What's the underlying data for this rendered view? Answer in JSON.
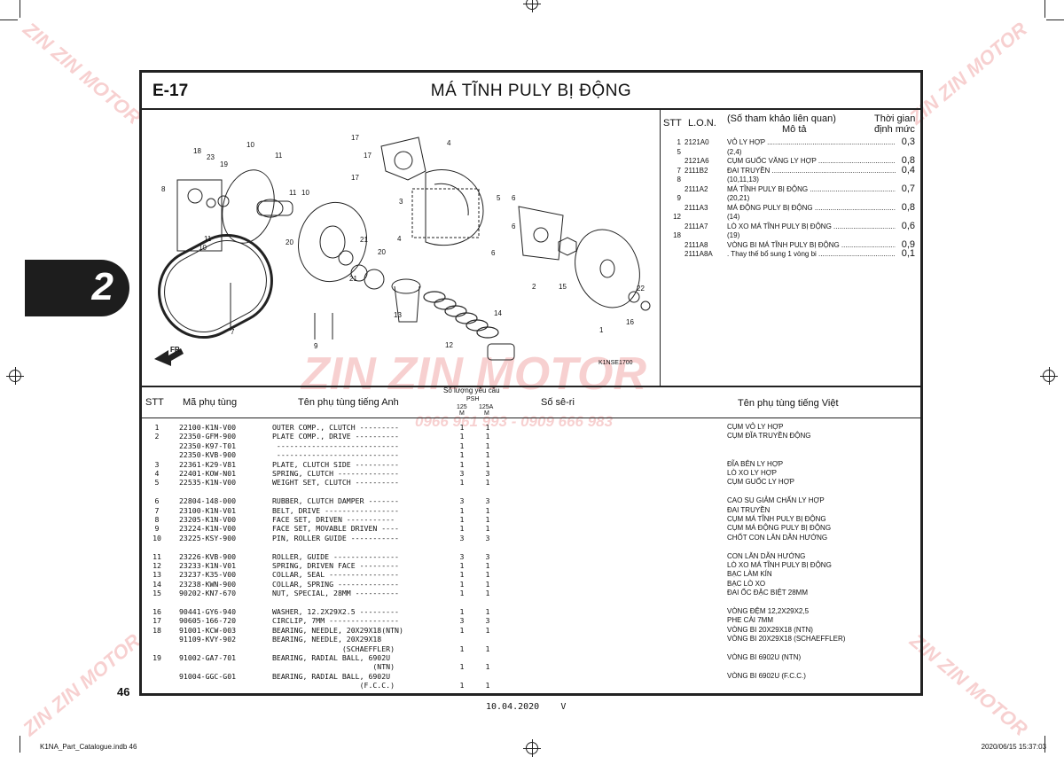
{
  "header": {
    "code": "E-17",
    "title": "MÁ TĨNH PULY BỊ ĐỘNG"
  },
  "section_tab": "2",
  "page_number": "46",
  "date": "10.04.2020",
  "date_suffix": "V",
  "footer_left": "K1NA_Part_Catalogue.indb   46",
  "footer_right": "2020/06/15   15:37:03",
  "watermark": {
    "brand": "ZIN ZIN MOTOR",
    "phone": "0966 961 993 - 0909 666 983"
  },
  "diagram": {
    "code": "K1NSE1700",
    "fr_label": "FR.",
    "callouts": [
      "17",
      "10",
      "11",
      "18",
      "23",
      "19",
      "8",
      "11",
      "10",
      "20",
      "21",
      "20",
      "11",
      "10",
      "21",
      "9",
      "7",
      "13",
      "17",
      "17",
      "3",
      "4",
      "4",
      "5",
      "6",
      "6",
      "6",
      "2",
      "15",
      "12",
      "14",
      "1",
      "22",
      "16"
    ]
  },
  "ref_headers": {
    "stt": "STT",
    "lon": "L.O.N.",
    "desc": "(Số tham khảo liên quan)",
    "desc2": "Mô tả",
    "time": "Thời gian",
    "time2": "định mức"
  },
  "ref_rows": [
    {
      "stt": "1",
      "lon": "2121A0",
      "desc": "VỎ LY HỢP",
      "time": "0,3"
    },
    {
      "stt": "5",
      "lon": "",
      "desc": "(2,4)",
      "time": ""
    },
    {
      "stt": "",
      "lon": "2121A6",
      "desc": "CỤM GUỐC VĂNG LY HỢP",
      "time": "0,8"
    },
    {
      "stt": "7",
      "lon": "2111B2",
      "desc": "ĐAI TRUYỀN",
      "time": "0,4"
    },
    {
      "stt": "8",
      "lon": "",
      "desc": "(10,11,13)",
      "time": ""
    },
    {
      "stt": "",
      "lon": "2111A2",
      "desc": "MÁ TĨNH PULY BỊ ĐỘNG",
      "time": "0,7"
    },
    {
      "stt": "9",
      "lon": "",
      "desc": "(20,21)",
      "time": ""
    },
    {
      "stt": "",
      "lon": "2111A3",
      "desc": "MÁ ĐỘNG PULY BỊ ĐỘNG",
      "time": "0,8"
    },
    {
      "stt": "12",
      "lon": "",
      "desc": "(14)",
      "time": ""
    },
    {
      "stt": "",
      "lon": "2111A7",
      "desc": "LÒ XO MÁ TĨNH PULY BỊ ĐỘNG",
      "time": "0,6"
    },
    {
      "stt": "18",
      "lon": "",
      "desc": "(19)",
      "time": ""
    },
    {
      "stt": "",
      "lon": "2111A8",
      "desc": "VÒNG BI MÁ TĨNH PULY BỊ ĐỘNG",
      "time": "0,9"
    },
    {
      "stt": "",
      "lon": "2111A8A",
      "desc": ". Thay thế bổ sung 1 vòng bi",
      "time": "0,1"
    }
  ],
  "table_headers": {
    "stt": "STT",
    "part_no": "Mã phụ tùng",
    "name_en": "Tên phụ tùng tiếng Anh",
    "qty": "Số lượng yêu cầu",
    "qty_model": "PSH",
    "qty_c1": "125",
    "qty_c1b": "M",
    "qty_c2": "125A",
    "qty_c2b": "M",
    "serial": "Số sê-ri",
    "name_vn": "Tên phụ tùng tiếng Việt"
  },
  "parts": [
    {
      "stt": "1",
      "pn": "22100-K1N-V00",
      "en": "OUTER COMP., CLUTCH ---------",
      "q1": "1",
      "q2": "1",
      "vn": "CỤM VỎ LY HỢP"
    },
    {
      "stt": "2",
      "pn": "22350-GFM-900",
      "en": "PLATE COMP., DRIVE ----------",
      "q1": "1",
      "q2": "1",
      "vn": "CỤM ĐĨA TRUYỀN ĐỘNG"
    },
    {
      "stt": "",
      "pn": "22350-K97-T01",
      "en": " ----------------------------",
      "q1": "1",
      "q2": "1",
      "vn": ""
    },
    {
      "stt": "",
      "pn": "22350-KVB-900",
      "en": " ----------------------------",
      "q1": "1",
      "q2": "1",
      "vn": ""
    },
    {
      "stt": "3",
      "pn": "22361-K29-V81",
      "en": "PLATE, CLUTCH SIDE ----------",
      "q1": "1",
      "q2": "1",
      "vn": "ĐĨA BÊN LY HỢP"
    },
    {
      "stt": "4",
      "pn": "22401-KOW-N01",
      "en": "SPRING, CLUTCH --------------",
      "q1": "3",
      "q2": "3",
      "vn": "LÒ XO LY HỢP"
    },
    {
      "stt": "5",
      "pn": "22535-K1N-V00",
      "en": "WEIGHT SET, CLUTCH ----------",
      "q1": "1",
      "q2": "1",
      "vn": "CỤM GUỐC LY HỢP"
    },
    {
      "gap": true
    },
    {
      "stt": "6",
      "pn": "22804-148-000",
      "en": "RUBBER, CLUTCH DAMPER -------",
      "q1": "3",
      "q2": "3",
      "vn": "CAO SU GIẢM CHẤN LY HỢP"
    },
    {
      "stt": "7",
      "pn": "23100-K1N-V01",
      "en": "BELT, DRIVE -----------------",
      "q1": "1",
      "q2": "1",
      "vn": "ĐAI TRUYỀN"
    },
    {
      "stt": "8",
      "pn": "23205-K1N-V00",
      "en": "FACE SET, DRIVEN -----------",
      "q1": "1",
      "q2": "1",
      "vn": "CỤM MÁ TĨNH PULY BỊ ĐỘNG"
    },
    {
      "stt": "9",
      "pn": "23224-K1N-V00",
      "en": "FACE SET, MOVABLE DRIVEN ----",
      "q1": "1",
      "q2": "1",
      "vn": "CỤM MÁ ĐỘNG PULY BỊ ĐỘNG"
    },
    {
      "stt": "10",
      "pn": "23225-KSY-900",
      "en": "PIN, ROLLER GUIDE -----------",
      "q1": "3",
      "q2": "3",
      "vn": "CHỐT CON LĂN DẪN HƯỚNG"
    },
    {
      "gap": true
    },
    {
      "stt": "11",
      "pn": "23226-KVB-900",
      "en": "ROLLER, GUIDE ---------------",
      "q1": "3",
      "q2": "3",
      "vn": "CON LĂN DẪN HƯỚNG"
    },
    {
      "stt": "12",
      "pn": "23233-K1N-V01",
      "en": "SPRING, DRIVEN FACE ---------",
      "q1": "1",
      "q2": "1",
      "vn": "LÒ XO MÁ TĨNH PULY BỊ ĐỘNG"
    },
    {
      "stt": "13",
      "pn": "23237-K35-V00",
      "en": "COLLAR, SEAL ----------------",
      "q1": "1",
      "q2": "1",
      "vn": "BẠC LÀM KÍN"
    },
    {
      "stt": "14",
      "pn": "23238-KWN-900",
      "en": "COLLAR, SPRING --------------",
      "q1": "1",
      "q2": "1",
      "vn": "BẠC LÒ XO"
    },
    {
      "stt": "15",
      "pn": "90202-KN7-670",
      "en": "NUT, SPECIAL, 28MM ----------",
      "q1": "1",
      "q2": "1",
      "vn": "ĐAI ỐC ĐẶC BIỆT 28MM"
    },
    {
      "gap": true
    },
    {
      "stt": "16",
      "pn": "90441-GY6-940",
      "en": "WASHER, 12.2X29X2.5 ---------",
      "q1": "1",
      "q2": "1",
      "vn": "VÒNG ĐỆM 12,2X29X2,5"
    },
    {
      "stt": "17",
      "pn": "90605-166-720",
      "en": "CIRCLIP, 7MM ----------------",
      "q1": "3",
      "q2": "3",
      "vn": "PHE CÀI 7MM"
    },
    {
      "stt": "18",
      "pn": "91001-KCW-003",
      "en": "BEARING, NEEDLE, 20X29X18(NTN)",
      "q1": "1",
      "q2": "1",
      "vn": "VÒNG BI 20X29X18 (NTN)"
    },
    {
      "stt": "",
      "pn": "91109-KVY-902",
      "en": "BEARING, NEEDLE, 20X29X18",
      "q1": "",
      "q2": "",
      "vn": "VÒNG BI 20X29X18 (SCHAEFFLER)"
    },
    {
      "stt": "",
      "pn": "",
      "en": "                (SCHAEFFLER)",
      "q1": "1",
      "q2": "1",
      "vn": ""
    },
    {
      "stt": "19",
      "pn": "91002-GA7-701",
      "en": "BEARING, RADIAL BALL, 6902U",
      "q1": "",
      "q2": "",
      "vn": "VÒNG BI 6902U (NTN)"
    },
    {
      "stt": "",
      "pn": "",
      "en": "                       (NTN)",
      "q1": "1",
      "q2": "1",
      "vn": ""
    },
    {
      "stt": "",
      "pn": "91004-GGC-G01",
      "en": "BEARING, RADIAL BALL, 6902U",
      "q1": "",
      "q2": "",
      "vn": "VÒNG BI 6902U (F.C.C.)"
    },
    {
      "stt": "",
      "pn": "",
      "en": "                    (F.C.C.)",
      "q1": "1",
      "q2": "1",
      "vn": ""
    }
  ]
}
